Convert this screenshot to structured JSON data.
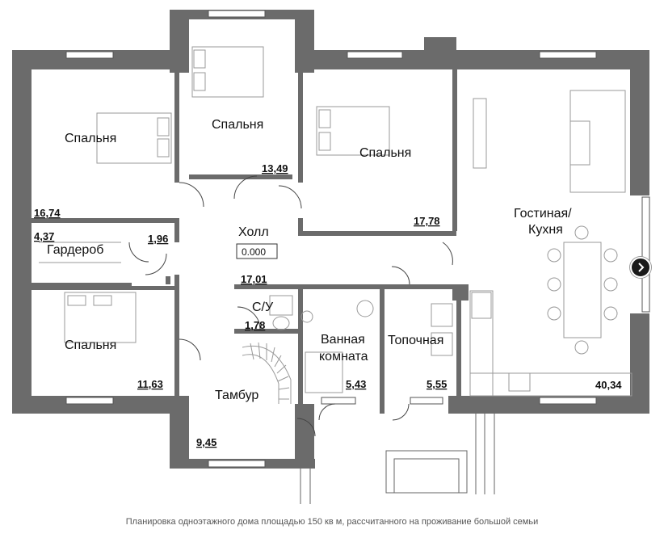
{
  "colors": {
    "wall": "#6b6b6b",
    "wall_dark": "#555555",
    "line": "#444444",
    "window": "#ffffff"
  },
  "rooms": {
    "bedroom_top_left": {
      "name": "Спальня",
      "area": "16,74"
    },
    "bedroom_top_mid": {
      "name": "Спальня",
      "area": "13,49"
    },
    "bedroom_top_right": {
      "name": "Спальня",
      "area": "17,78"
    },
    "living": {
      "name_line1": "Гостиная/",
      "name_line2": "Кухня",
      "area": "40,34"
    },
    "hall": {
      "name": "Холл",
      "level": "0.000",
      "area": "17,01"
    },
    "wardrobe": {
      "name": "Гардероб",
      "area_left": "4,37",
      "area_right": "1,96"
    },
    "bedroom_bottom_left": {
      "name": "Спальня",
      "area": "11,63"
    },
    "wc": {
      "name": "С/У",
      "area": "1,78"
    },
    "bathroom": {
      "name_line1": "Ванная",
      "name_line2": "комната",
      "area": "5,43"
    },
    "boiler": {
      "name": "Топочная",
      "area": "5,55"
    },
    "vestibule": {
      "name": "Тамбур",
      "area": "9,45"
    }
  },
  "caption": "Планировка одноэтажного дома площадью 150 кв м, рассчитанного на проживание большой семьи",
  "icons": {
    "nav": "chevron-right-icon"
  }
}
